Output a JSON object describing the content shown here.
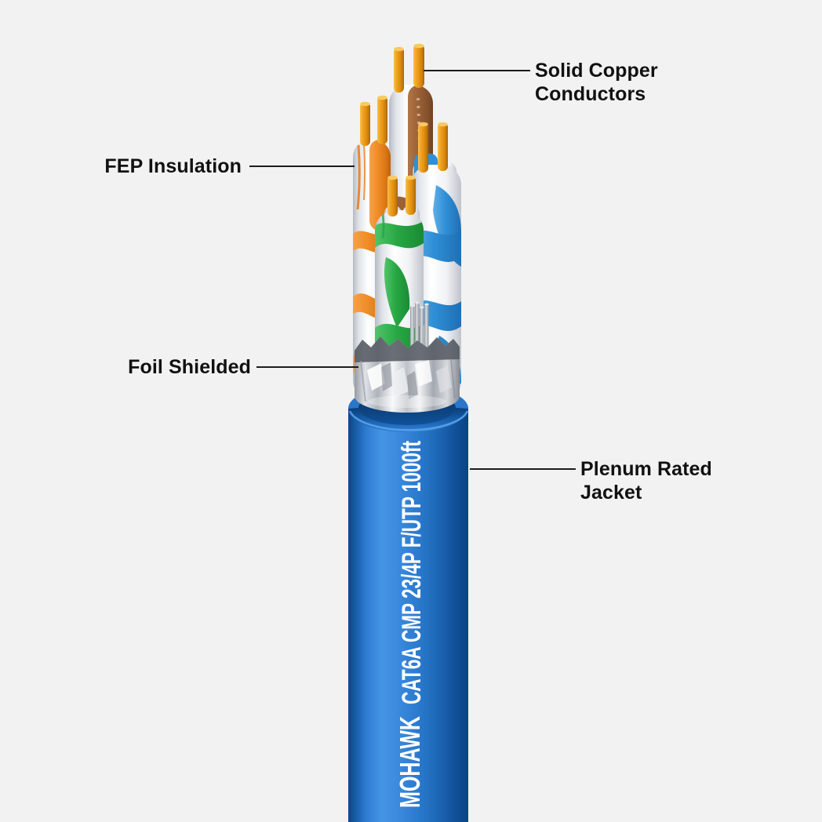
{
  "meta": {
    "title": "CAT6A cable cutaway diagram",
    "background": "#f2f2f2"
  },
  "callouts": [
    {
      "id": "solid-copper-conductors",
      "label": "Solid Copper Conductors",
      "side": "right"
    },
    {
      "id": "fep-insulation",
      "label": "FEP Insulation",
      "side": "left"
    },
    {
      "id": "foil-shielded",
      "label": "Foil Shielded",
      "side": "left"
    },
    {
      "id": "plenum-rated-jacket",
      "label": "Plenum Rated Jacket",
      "side": "right"
    }
  ],
  "cable": {
    "brand": "MOHAWK",
    "spec": "CAT6A CMP 23/4P F/UTP 1000ft",
    "print_color": "#ffffff",
    "colors": {
      "jacket": "#2b7ace",
      "jacket_dark": "#0c4586",
      "jacket_light": "#4595e5",
      "foil": "#c9ccd2",
      "insulation": "#ffffff",
      "copper": "#e5920f",
      "pair_orange": "#ef8c25",
      "pair_green": "#27a844",
      "pair_blue": "#2f8fd6",
      "pair_brown": "#9c6136",
      "label_text": "#111111",
      "callout_line": "#1c1c1c"
    }
  }
}
